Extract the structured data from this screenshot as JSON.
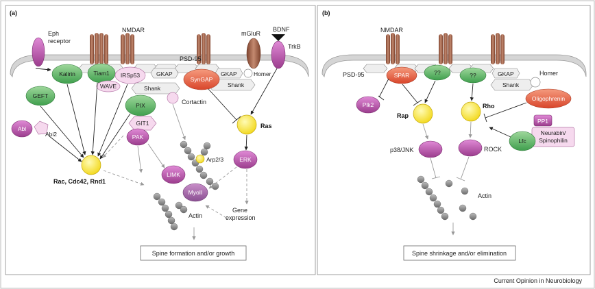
{
  "panel_a": {
    "label": "(a)",
    "receptors": {
      "eph": "Eph",
      "eph2": "receptor",
      "nmdar": "NMDAR",
      "mglur": "mGluR",
      "bdnf": "BDNF",
      "trkb": "TrkB"
    },
    "scaffold": {
      "psd95": "PSD-95",
      "gkap1": "GKAP",
      "gkap2": "GKAP",
      "homer": "Homer",
      "shank1": "Shank",
      "shank2": "Shank",
      "cortactin": "Cortactin"
    },
    "proteins": {
      "kalirin": "Kalirin",
      "tiam1": "Tiam1",
      "irsp53": "IRSp53",
      "wave": "WAVE",
      "syngap": "SynGAP",
      "geft": "GEFT",
      "pix": "PIX",
      "git1": "GIT1",
      "pak": "PAK",
      "abl": "Abl",
      "abi2": "Abi2",
      "ras": "Ras",
      "erk": "ERK",
      "limk": "LIMK",
      "myoii": "MyoII",
      "arp23": "Arp2/3",
      "actin": "Actin",
      "rac": "Rac, Cdc42, Rnd1",
      "gene1": "Gene",
      "gene2": "expression"
    },
    "outcome": "Spine formation and/or growth"
  },
  "panel_b": {
    "label": "(b)",
    "receptors": {
      "nmdar": "NMDAR"
    },
    "scaffold": {
      "psd95": "PSD-95",
      "gkap": "GKAP",
      "shank": "Shank",
      "homer": "Homer"
    },
    "proteins": {
      "spar": "SPAR",
      "q1": "??",
      "q2": "??",
      "plk2": "Plk2",
      "oligophrenin": "Oligophrenin",
      "rap": "Rap",
      "rho": "Rho",
      "pp1": "PP1",
      "neurabin1": "Neurabin/",
      "neurabin2": "Spinophilin",
      "lfc": "Lfc",
      "p38": "p38/JNK",
      "rock": "ROCK",
      "actin": "Actin"
    },
    "outcome": "Spine shrinkage and/or elimination"
  },
  "footer": {
    "source": "Current Opinion in Neurobiology"
  },
  "colors": {
    "green": "#5dbb6a",
    "magenta": "#b44aa6",
    "pink": "#f4d3ea",
    "red": "#e8603e",
    "yellow": "#f7e33b",
    "brown": "#a5654d",
    "membrane": "#d9d9d9",
    "grey": "#8c8c8c"
  }
}
